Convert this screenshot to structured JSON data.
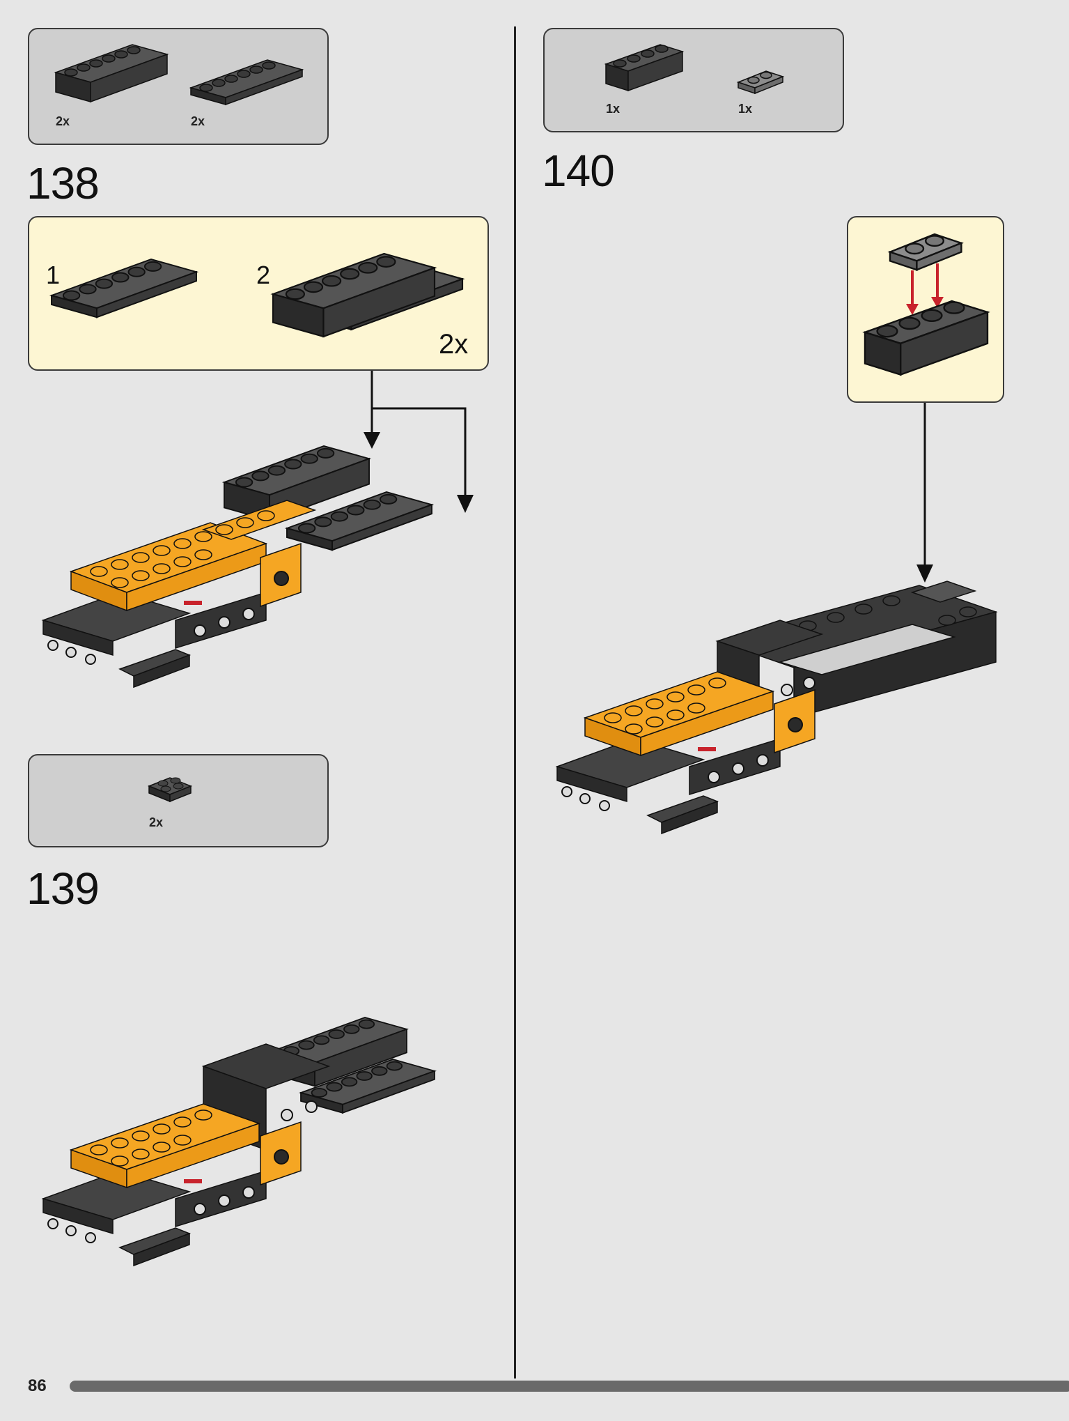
{
  "page": {
    "number": "86"
  },
  "steps": [
    {
      "number": "138",
      "parts": [
        {
          "icon": "black-brick-1x6-icon",
          "qty": "2x"
        },
        {
          "icon": "black-plate-1x6-icon",
          "qty": "2x"
        }
      ],
      "submodel": {
        "sub_steps": [
          {
            "number": "1",
            "icon": "black-plate-1x6-icon"
          },
          {
            "number": "2",
            "icon": "black-brick-1x6-on-plate-icon"
          }
        ],
        "multiplier": "2x"
      }
    },
    {
      "number": "139",
      "parts": [
        {
          "icon": "dark-gray-plate-2x2-icon",
          "qty": "2x"
        }
      ]
    },
    {
      "number": "140",
      "parts": [
        {
          "icon": "black-brick-1x4-icon",
          "qty": "1x"
        },
        {
          "icon": "dark-gray-plate-1x2-icon",
          "qty": "1x"
        }
      ]
    }
  ],
  "colors": {
    "brick_black": "#2f2f2f",
    "brick_orange": "#f5a623",
    "parts_box": "#cfcfcf",
    "submodel_box": "#fdf6d3",
    "arrow_red": "#c8232c"
  }
}
